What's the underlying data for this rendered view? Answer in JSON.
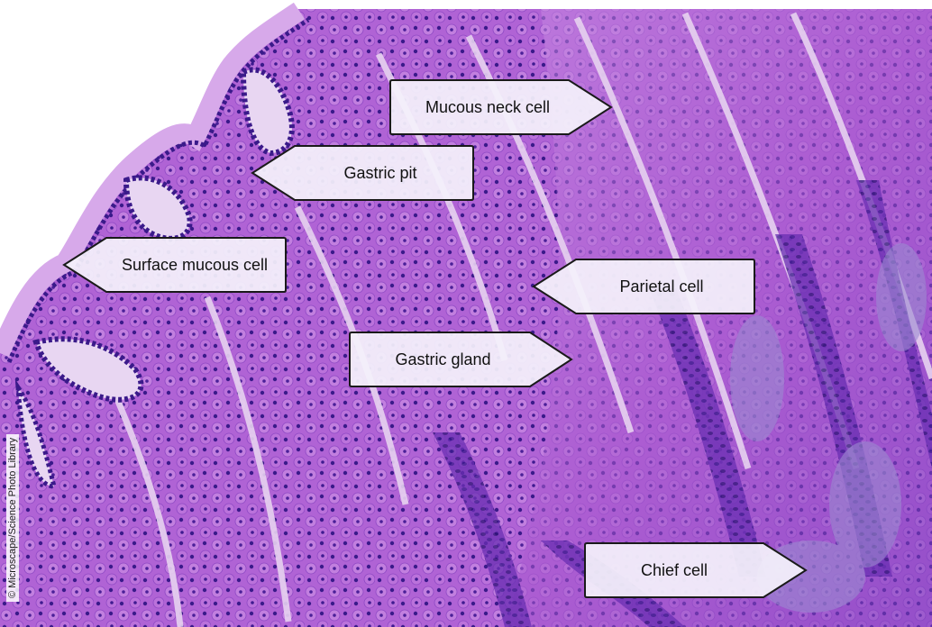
{
  "image": {
    "alt": "Gastric mucosa light micrograph",
    "colors": {
      "background": "#ffffff",
      "lamina": "#d6b2e6",
      "cytoplasm": "#b567d6",
      "nucleus": "#3a1a8a",
      "epithelium": "#c59bde",
      "label_fill": "#f4f1fb",
      "label_stroke": "#1a1a1a"
    }
  },
  "labels": {
    "mucous_neck_cell": "Mucous neck cell",
    "gastric_pit": "Gastric pit",
    "surface_mucous_cell": "Surface mucous cell",
    "parietal_cell": "Parietal cell",
    "gastric_gland": "Gastric gland",
    "chief_cell": "Chief cell"
  },
  "credit": "© Microscape/Science Photo Library"
}
